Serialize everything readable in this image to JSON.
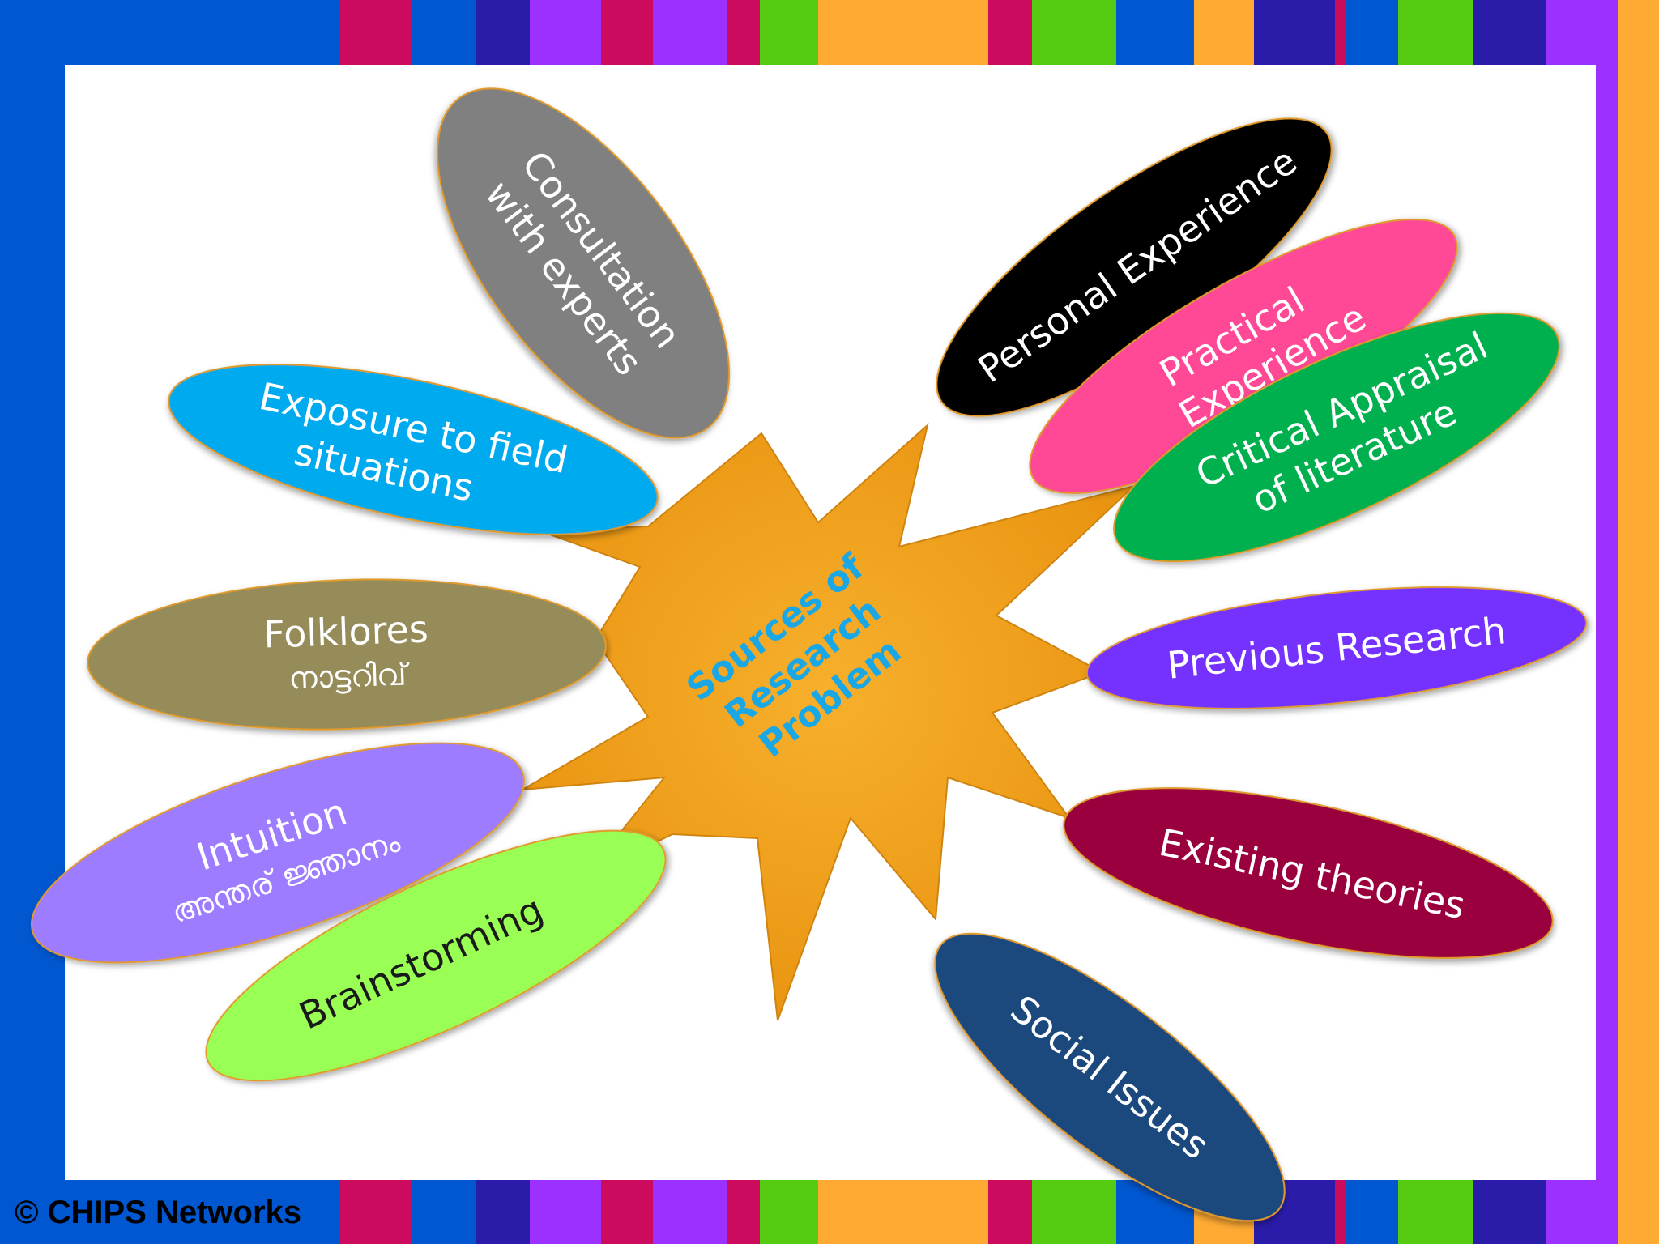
{
  "colors": {
    "star": "#f09a18",
    "star_light": "#f7b02c",
    "center_text": "#1aa7e6",
    "stripe_palette": [
      "#0057d0",
      "#cc0a5e",
      "#2a1ca8",
      "#9b30ff",
      "#ffaa33",
      "#55cc11",
      "#cc0a5e"
    ]
  },
  "diagram": {
    "center_label": [
      "Sources of",
      "Research",
      "Problem"
    ],
    "petals": [
      {
        "id": "consultation",
        "lines": [
          "Consultation",
          "with experts"
        ],
        "color": "#808080",
        "text_style": "light"
      },
      {
        "id": "exposure",
        "lines": [
          "Exposure to field",
          "situations"
        ],
        "color": "#00aaee",
        "text_style": "light"
      },
      {
        "id": "folklores",
        "lines": [
          "Folklores",
          "നാട്ടറിവ്"
        ],
        "color": "#968c5a",
        "text_style": "light"
      },
      {
        "id": "intuition",
        "lines": [
          "Intuition",
          "അന്തര് ജ്ഞാനം"
        ],
        "color": "#9e7cff",
        "text_style": "light"
      },
      {
        "id": "brainstorming",
        "lines": [
          "Brainstorming"
        ],
        "color": "#99ff55",
        "text_style": "dark"
      },
      {
        "id": "personal",
        "lines": [
          "Personal Experience"
        ],
        "color": "#000000",
        "text_style": "light"
      },
      {
        "id": "practical",
        "lines": [
          "Practical",
          "Experience"
        ],
        "color": "#ff4a96",
        "text_style": "light"
      },
      {
        "id": "critical",
        "lines": [
          "Critical Appraisal",
          "of literature"
        ],
        "color": "#00b050",
        "text_style": "light"
      },
      {
        "id": "previous",
        "lines": [
          "Previous Research"
        ],
        "color": "#7433ff",
        "text_style": "light"
      },
      {
        "id": "existing",
        "lines": [
          "Existing theories"
        ],
        "color": "#99003c",
        "text_style": "light"
      },
      {
        "id": "social",
        "lines": [
          "Social Issues"
        ],
        "color": "#1f497d",
        "text_style": "light"
      }
    ]
  },
  "footer": {
    "copyright": "© CHIPS Networks"
  }
}
